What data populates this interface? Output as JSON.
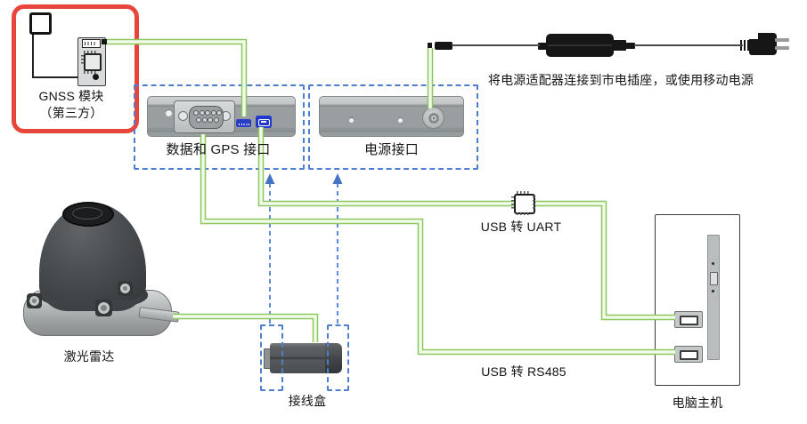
{
  "diagram": {
    "gnss": {
      "label_line1": "GNSS 模块",
      "label_line2": "（第三方）"
    },
    "ports": {
      "data_gps_label": "数据和 GPS 接口",
      "power_label": "电源接口"
    },
    "power_note": "将电源适配器连接到市电插座，或使用移动电源",
    "converters": {
      "uart_label": "USB 转 UART",
      "rs485_label": "USB 转 RS485"
    },
    "lidar_label": "激光雷达",
    "junction_box_label": "接线盒",
    "computer_label": "电脑主机",
    "colors": {
      "cable_green": "#8cc85f",
      "cable_core": "#f2faea",
      "dashed_blue": "#4d7ed2",
      "highlight_red": "#e8463c",
      "connector_blue": "#2038cc"
    }
  }
}
